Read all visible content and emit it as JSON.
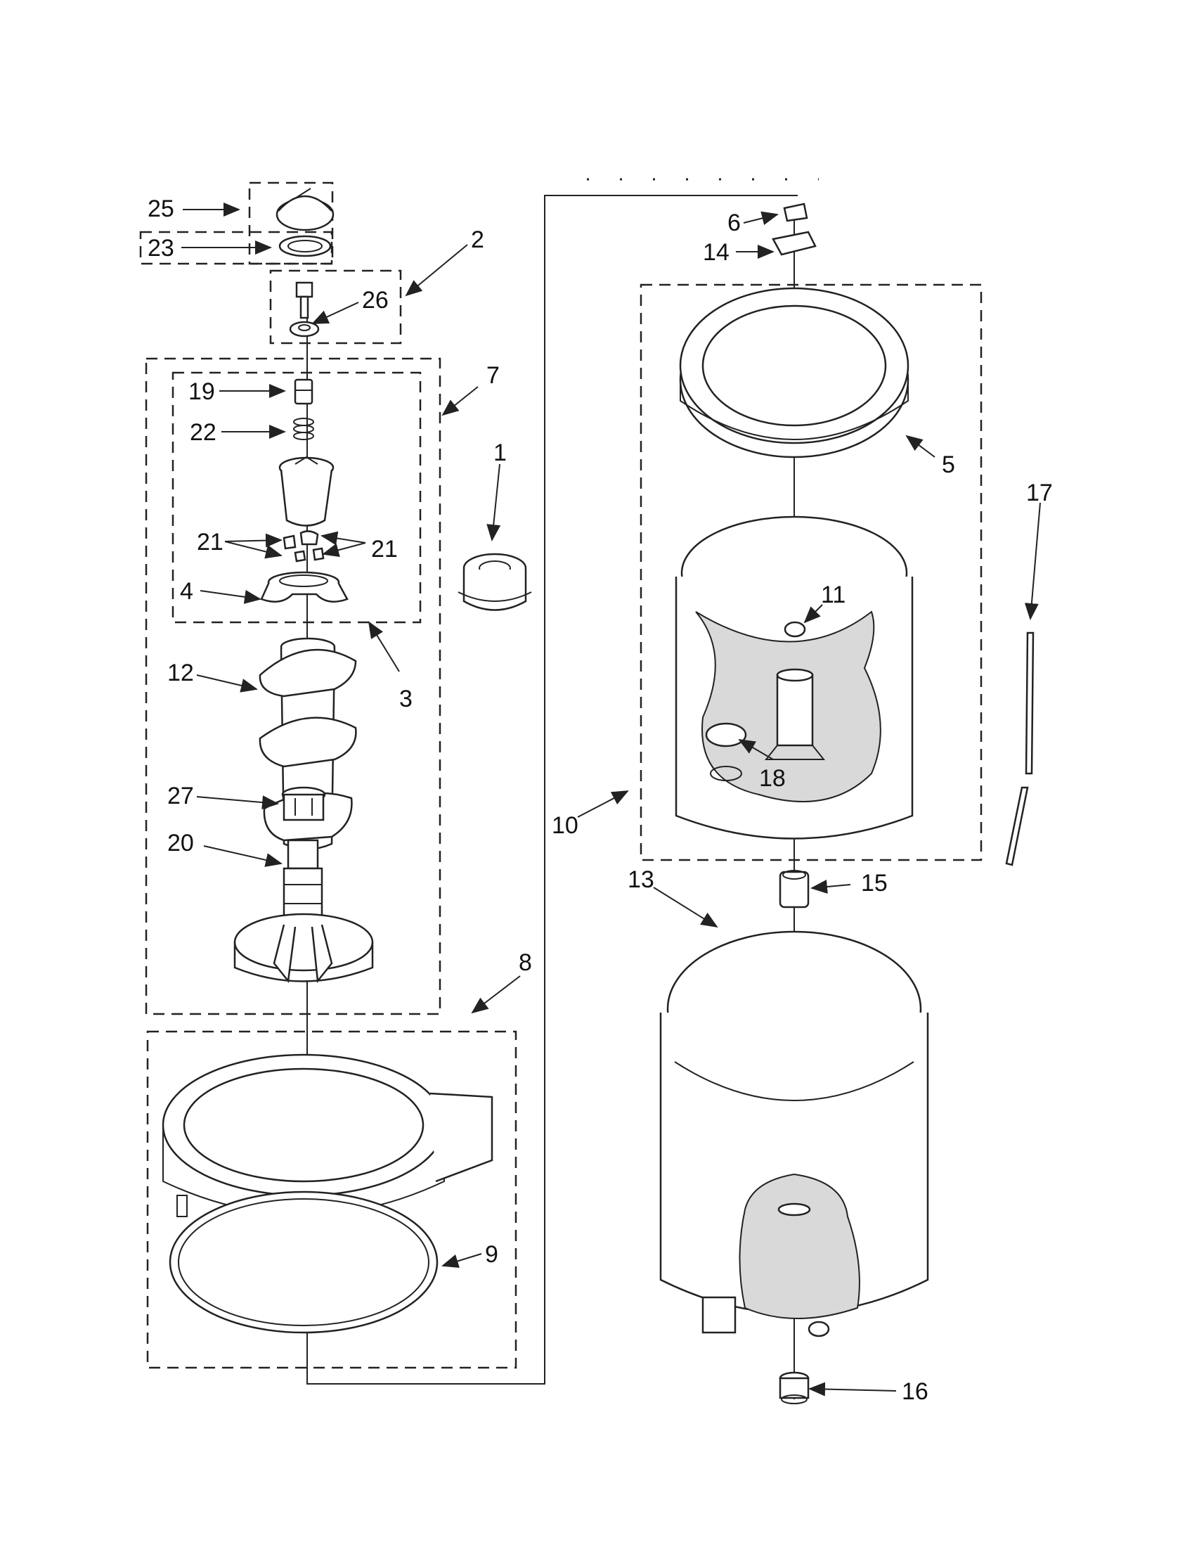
{
  "labels": {
    "l1": "1",
    "l2": "2",
    "l3": "3",
    "l4": "4",
    "l5": "5",
    "l6": "6",
    "l7": "7",
    "l8": "8",
    "l9": "9",
    "l10": "10",
    "l11": "11",
    "l12": "12",
    "l13": "13",
    "l14": "14",
    "l15": "15",
    "l16": "16",
    "l17": "17",
    "l18": "18",
    "l19": "19",
    "l20": "20",
    "l21a": "21",
    "l21b": "21",
    "l22": "22",
    "l23": "23",
    "l25": "25",
    "l26": "26",
    "l27": "27"
  }
}
